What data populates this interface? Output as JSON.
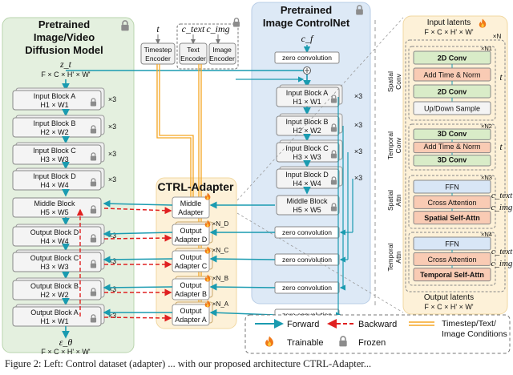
{
  "left_panel": {
    "title": [
      "Pretrained",
      "Image/Video",
      "Diffusion Model"
    ],
    "latent": "z_t",
    "latent_shape": "F × C × H' × W'",
    "blocks": [
      {
        "name": "Input Block A",
        "dims": "H1 × W1",
        "repeat": "×3"
      },
      {
        "name": "Input Block B",
        "dims": "H2 × W2",
        "repeat": "×3"
      },
      {
        "name": "Input Block C",
        "dims": "H3 × W3",
        "repeat": "×3"
      },
      {
        "name": "Input Block D",
        "dims": "H4 × W4",
        "repeat": "×3"
      },
      {
        "name": "Middle Block",
        "dims": "H5 × W5",
        "repeat": ""
      },
      {
        "name": "Output Block D",
        "dims": "H4 × W4",
        "repeat": "×3"
      },
      {
        "name": "Output Block C",
        "dims": "H3 × W3",
        "repeat": "×3"
      },
      {
        "name": "Output Block B",
        "dims": "H2 × W2",
        "repeat": "×3"
      },
      {
        "name": "Output Block A",
        "dims": "H1 × W1",
        "repeat": "×3"
      }
    ],
    "output": "ε_θ",
    "output_shape": "F × C × H' × W'"
  },
  "encoders": {
    "t_label": "t",
    "ctext_label": "c_text",
    "cimg_label": "c_img",
    "timestep": [
      "Timestep",
      "Encoder"
    ],
    "text": [
      "Text",
      "Encoder"
    ],
    "image": [
      "Image",
      "Encoder"
    ]
  },
  "controlnet": {
    "title": [
      "Pretrained",
      "Image ControlNet"
    ],
    "cond": "c_f",
    "zero_conv": "zero convolution",
    "blocks": [
      {
        "name": "Input Block A",
        "dims": "H1 × W1",
        "repeat": "×3"
      },
      {
        "name": "Input Block B",
        "dims": "H2 × W2",
        "repeat": "×3"
      },
      {
        "name": "Input Block C",
        "dims": "H3 × W3",
        "repeat": "×3"
      },
      {
        "name": "Input Block D",
        "dims": "H4 × W4",
        "repeat": "×3"
      },
      {
        "name": "Middle Block",
        "dims": "H5 × W5",
        "repeat": ""
      }
    ]
  },
  "adapter": {
    "title": "CTRL-Adapter",
    "blocks": [
      {
        "name": [
          "Middle",
          "Adapter"
        ],
        "repeat": ""
      },
      {
        "name": [
          "Output",
          "Adapter D"
        ],
        "repeat": "×N_D"
      },
      {
        "name": [
          "Output",
          "Adapter C"
        ],
        "repeat": "×N_C"
      },
      {
        "name": [
          "Output",
          "Adapter B"
        ],
        "repeat": "×N_B"
      },
      {
        "name": [
          "Output",
          "Adapter A"
        ],
        "repeat": "×N_A"
      }
    ]
  },
  "right_panel": {
    "input_latents": "Input latents",
    "input_shape": "F × C × H' × W'",
    "output_latents": "Output latents",
    "output_shape": "F × C × H' × W'",
    "xN": "×N",
    "sections": [
      {
        "label": [
          "Spatial",
          "Conv"
        ],
        "repeat": "×N1",
        "items": [
          "2D Conv",
          "Add Time & Norm",
          "2D Conv",
          "Up/Down Sample"
        ]
      },
      {
        "label": [
          "Temporal",
          "Conv"
        ],
        "repeat": "×N2",
        "items": [
          "3D Conv",
          "Add Time & Norm",
          "3D Conv"
        ]
      },
      {
        "label": [
          "Spatial",
          "Attn"
        ],
        "repeat": "×N3",
        "items": [
          "FFN",
          "Cross Attention",
          "Spatial Self-Attn"
        ]
      },
      {
        "label": [
          "Temporal",
          "Attn"
        ],
        "repeat": "×N4",
        "items": [
          "FFN",
          "Cross Attention",
          "Temporal Self-Attn"
        ]
      }
    ],
    "side_t": "t",
    "side_ctext": "c_text",
    "side_cimg": "c_img"
  },
  "legend": {
    "forward": "Forward",
    "backward": "Backward",
    "conditions": [
      "Timestep/Text/",
      "Image Conditions"
    ],
    "trainable": "Trainable",
    "frozen": "Frozen"
  },
  "caption": "Figure 2: Left: Control dataset (adapter) ... with our proposed architecture CTRL-Adapter..."
}
